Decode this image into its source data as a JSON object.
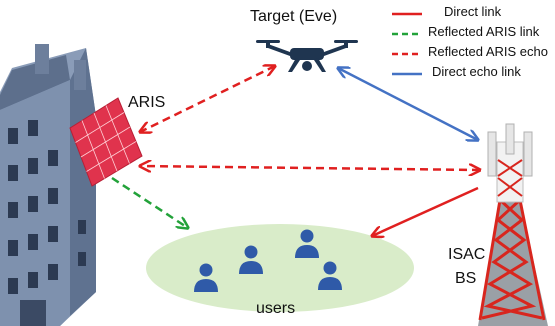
{
  "labels": {
    "target": "Target (Eve)",
    "aris": "ARIS",
    "users": "users",
    "isac_line1": "ISAC",
    "isac_line2": "BS"
  },
  "legend": [
    {
      "label": "Direct link",
      "color": "#e02020",
      "style": "solid"
    },
    {
      "label": "Reflected ARIS link",
      "color": "#23a23a",
      "style": "dashed"
    },
    {
      "label": "Reflected ARIS echo",
      "color": "#e02020",
      "style": "dashed"
    },
    {
      "label": "Direct echo link",
      "color": "#4472c4",
      "style": "solid"
    }
  ],
  "colors": {
    "building_front": "#8a9cb8",
    "building_side": "#5f7290",
    "roof": "#5d6f8c",
    "ris_panel": "#e0334d",
    "drone": "#1f3550",
    "users_ellipse": "#d9ecc9",
    "user_icon": "#2f5aa8",
    "tower_red": "#d8261e",
    "tower_white": "#f2f2f2",
    "red_link": "#e02020",
    "green_link": "#23a23a",
    "blue_link": "#4472c4"
  }
}
